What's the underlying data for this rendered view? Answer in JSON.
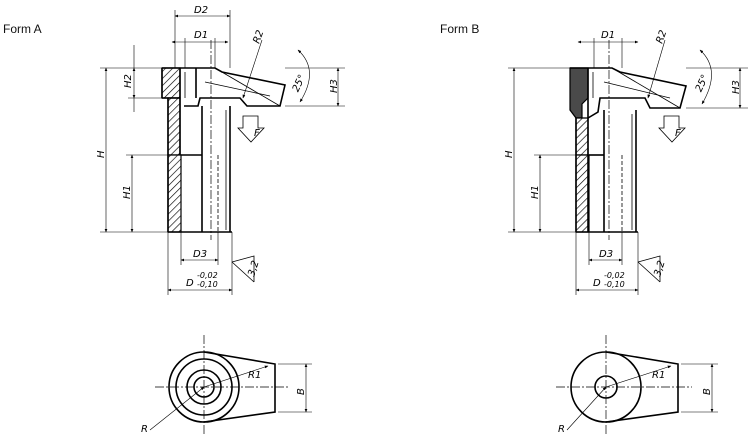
{
  "forms": [
    {
      "title": "Form A",
      "dims": {
        "d2": "D2",
        "d1": "D1",
        "r2": "R2",
        "h2": "H2",
        "h3": "H3",
        "h": "H",
        "h1": "H1",
        "d3": "D3",
        "d": "D",
        "tol_upper": "-0,02",
        "tol_lower": "-0,10",
        "angle": "25°",
        "surface": "3,2",
        "force": "F",
        "r1": "R1",
        "r": "R",
        "b": "B"
      }
    },
    {
      "title": "Form B",
      "dims": {
        "d1": "D1",
        "r2": "R2",
        "h3": "H3",
        "h": "H",
        "h1": "H1",
        "d3": "D3",
        "d": "D",
        "tol_upper": "-0,02",
        "tol_lower": "-0,10",
        "angle": "25°",
        "surface": "3,2",
        "force": "F",
        "r1": "R1",
        "r": "R",
        "b": "B"
      }
    }
  ]
}
